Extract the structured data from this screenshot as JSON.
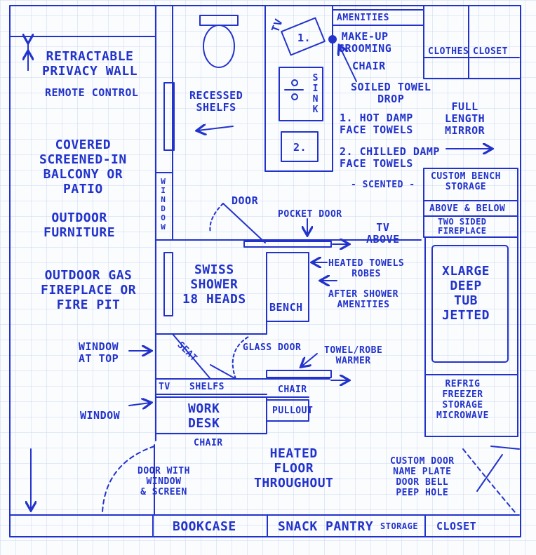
{
  "colors": {
    "ink": "#2233cc",
    "grid": "#c9d6f0",
    "paper": "#fbfcfe"
  },
  "labels": {
    "retractable": "RETRACTABLE\nPRIVACY WALL",
    "remote": "REMOTE CONTROL",
    "balcony": "COVERED\nSCREENED-IN\nBALCONY OR\nPATIO",
    "furniture": "OUTDOOR\nFURNITURE",
    "fireplace_out": "OUTDOOR GAS\nFIREPLACE OR\nFIRE PIT",
    "window_attop": "WINDOW\nAT TOP",
    "window_low": "WINDOW",
    "window_vert": "WINDOW",
    "recessed": "RECESSED\nSHELFS",
    "tv_top": "TV",
    "box1": "1.",
    "box2": "2.",
    "sink": "SINK",
    "amenities": "AMENITIES",
    "makeup": "MAKE-UP\nGROOMING",
    "chair_top": "CHAIR",
    "soiled": "SOILED TOWEL\nDROP",
    "hot": "1. HOT DAMP\nFACE TOWELS",
    "chilled": "2. CHILLED DAMP\nFACE TOWELS",
    "scented": "- SCENTED -",
    "clothes": "CLOTHES",
    "closet_top": "CLOSET",
    "mirror": "FULL\nLENGTH\nMIRROR",
    "custom_bench": "CUSTOM BENCH\nSTORAGE",
    "above_below": "ABOVE & BELOW",
    "two_sided": "TWO SIDED\nFIREPLACE",
    "door": "DOOR",
    "pocket": "POCKET DOOR",
    "tv_above": "TV\nABOVE",
    "swiss": "SWISS\nSHOWER\n18 HEADS",
    "bench": "BENCH",
    "heated_towels": "HEATED TOWELS\nROBES",
    "after_shower": "AFTER SHOWER\nAMENITIES",
    "xlarge": "XLARGE\nDEEP\nTUB\nJETTED",
    "seat": "SEAT",
    "glass_door": "GLASS DOOR",
    "towel_warmer": "TOWEL/ROBE\nWARMER",
    "tv_shelf": "TV",
    "shelfs": "SHELFS",
    "chair_mid": "CHAIR",
    "work_desk": "WORK\nDESK",
    "pullout": "PULLOUT",
    "chair_desk": "CHAIR",
    "refrig": "REFRIG\nFREEZER\nSTORAGE\nMICROWAVE",
    "heated_floor": "HEATED\nFLOOR\nTHROUGHOUT",
    "door_window": "DOOR WITH\nWINDOW\n& SCREEN",
    "custom_door": "CUSTOM DOOR\nNAME PLATE\nDOOR BELL\nPEEP HOLE",
    "bookcase": "BOOKCASE",
    "snack": "SNACK PANTRY",
    "storage": "STORAGE",
    "closet_bottom": "CLOSET"
  }
}
